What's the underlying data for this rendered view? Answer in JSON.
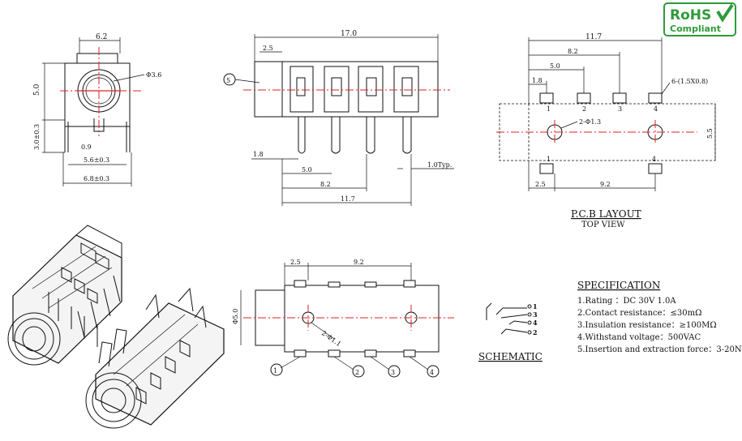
{
  "badge": {
    "line1": "RoHS",
    "line2": "Compliant"
  },
  "front_view": {
    "dims": {
      "top": "6.2",
      "height": "5.0",
      "dia": "Φ3.6",
      "pin_len": "3.0±0.3",
      "pin_w": "0.9",
      "inner": "5.6±0.3",
      "outer": "6.8±0.3"
    }
  },
  "side_view": {
    "dims": {
      "length": "17.0",
      "offset": "2.5",
      "pin_h": "1.8",
      "p1": "5.0",
      "p2": "8.2",
      "p3": "11.7",
      "pin_w": "1.0Typ."
    },
    "callout": "5"
  },
  "pcb_layout": {
    "dims": {
      "total": "11.7",
      "p2": "8.2",
      "p1": "5.0",
      "p0": "1.8",
      "pad": "6-(1.5X0.8)",
      "hole": "2-Φ1.3",
      "height": "5.5",
      "left": "2.5",
      "span": "9.2"
    },
    "pad_labels_top": [
      "1",
      "2",
      "3",
      "4"
    ],
    "pad_labels_bottom": [
      "1",
      "4"
    ],
    "title": "P.C.B LAYOUT",
    "subtitle": "TOP VIEW"
  },
  "bottom_view": {
    "dims": {
      "left": "2.5",
      "span": "9.2",
      "dia": "Φ5.0",
      "hole": "2-Φ1.1"
    },
    "callouts": [
      "1",
      "2",
      "3",
      "4"
    ]
  },
  "schematic": {
    "label": "SCHEMATIC",
    "pins": [
      "1",
      "3",
      "4",
      "2"
    ]
  },
  "specification": {
    "title": "SPECIFICATION",
    "items": [
      "1.Rating ：DC 30V 1.0A",
      "2.Contact resistance：≤30mΩ",
      "3.Insulation resistance：≥100MΩ",
      "4.Withstand voltage：500VAC",
      "5.Insertion and extraction force：3-20N"
    ]
  },
  "colors": {
    "centerline": "#e02020",
    "badge": "#2e9b3a"
  }
}
